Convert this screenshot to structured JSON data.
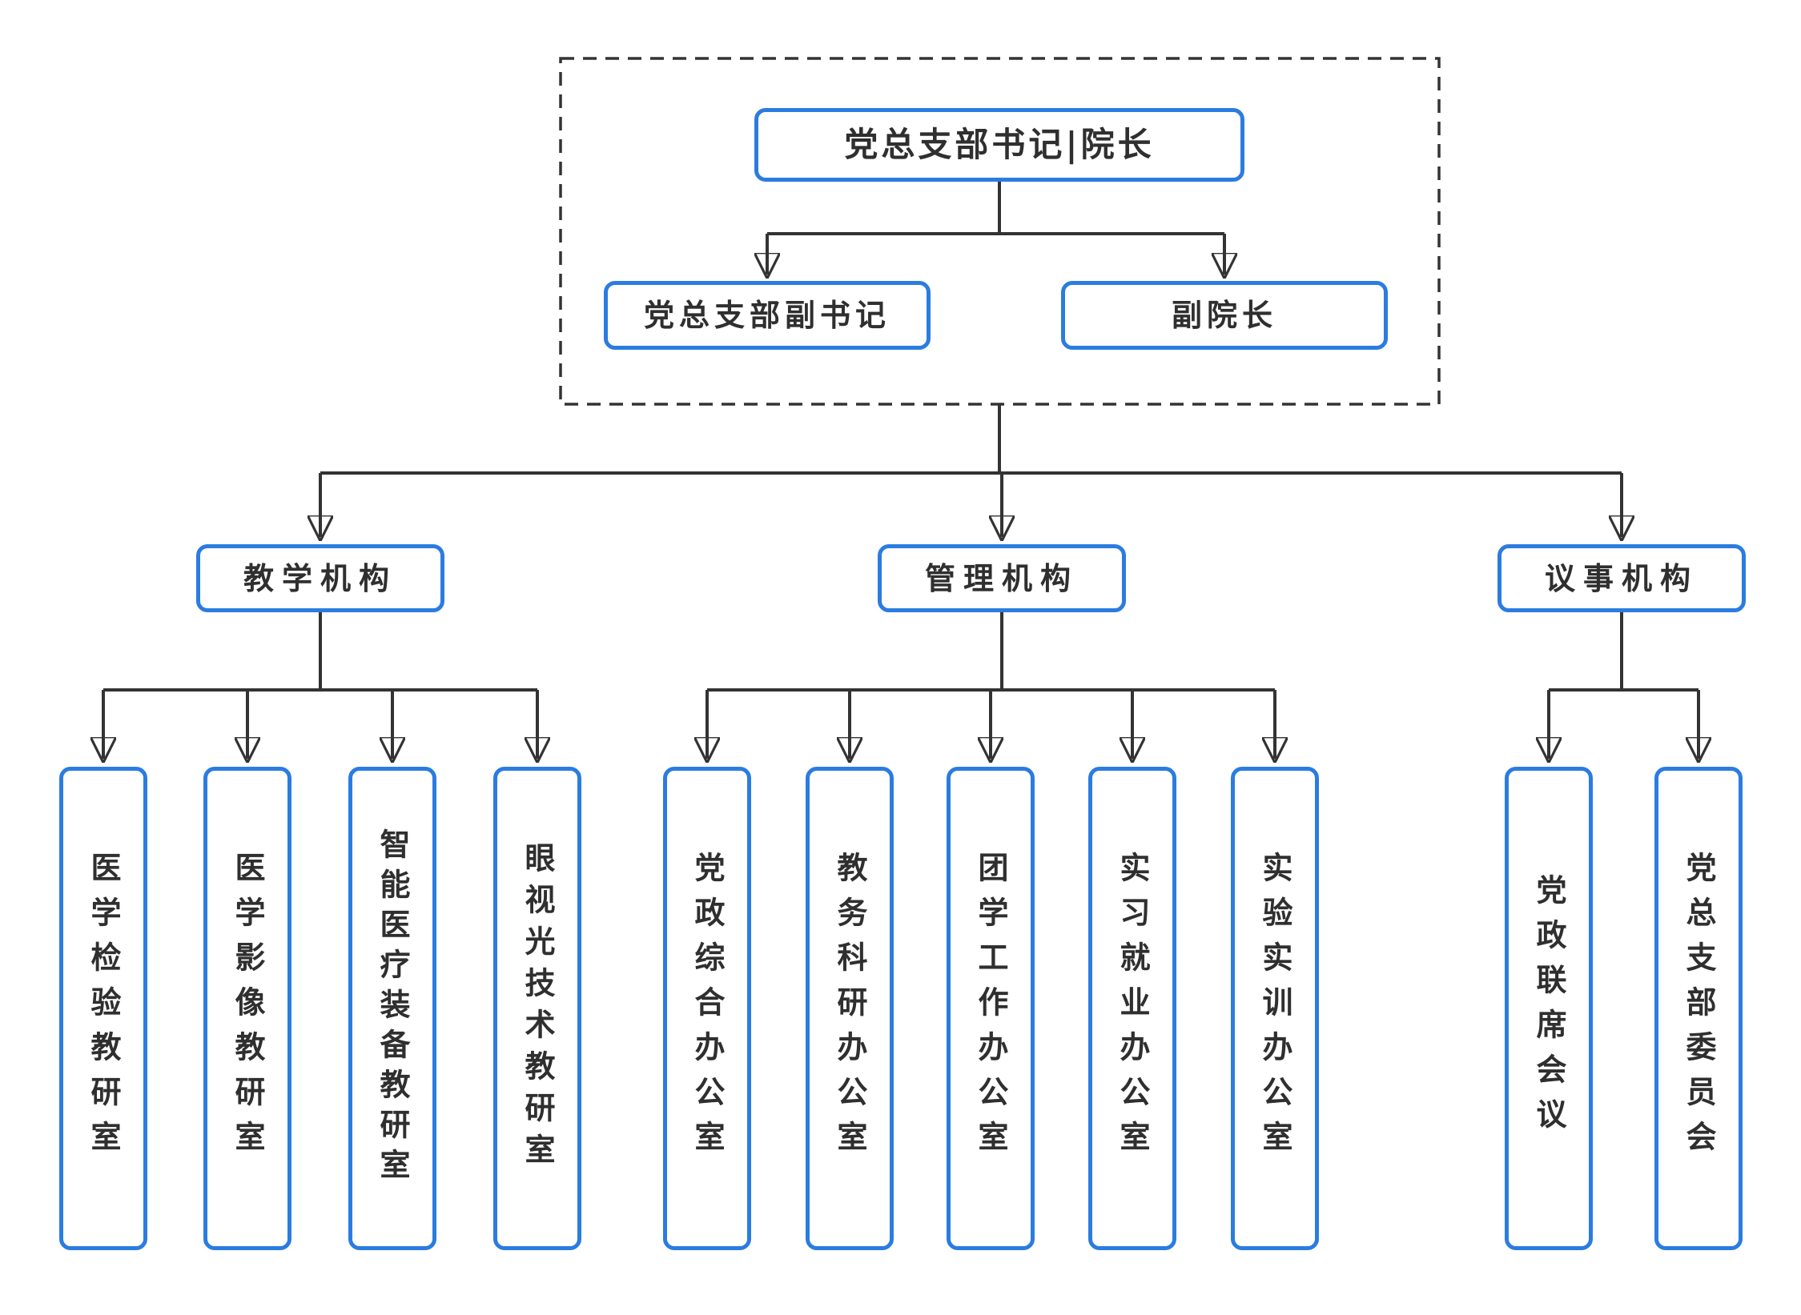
{
  "org_chart": {
    "leadership": {
      "head": "党总支部书记|院长",
      "deputy_left": "党总支部副书记",
      "deputy_right": "副院长"
    },
    "branches": [
      {
        "label": "教学机构",
        "children": [
          "医学检验教研室",
          "医学影像教研室",
          "智能医疗装备教研室",
          "眼视光技术教研室"
        ]
      },
      {
        "label": "管理机构",
        "children": [
          "党政综合办公室",
          "教务科研办公室",
          "团学工作办公室",
          "实习就业办公室",
          "实验实训办公室"
        ]
      },
      {
        "label": "议事机构",
        "children": [
          "党政联席会议",
          "党总支部委员会"
        ]
      }
    ],
    "colors": {
      "box_border": "#2b7ce0",
      "connector": "#333333",
      "text": "#2f2f2f",
      "background": "#ffffff"
    }
  }
}
